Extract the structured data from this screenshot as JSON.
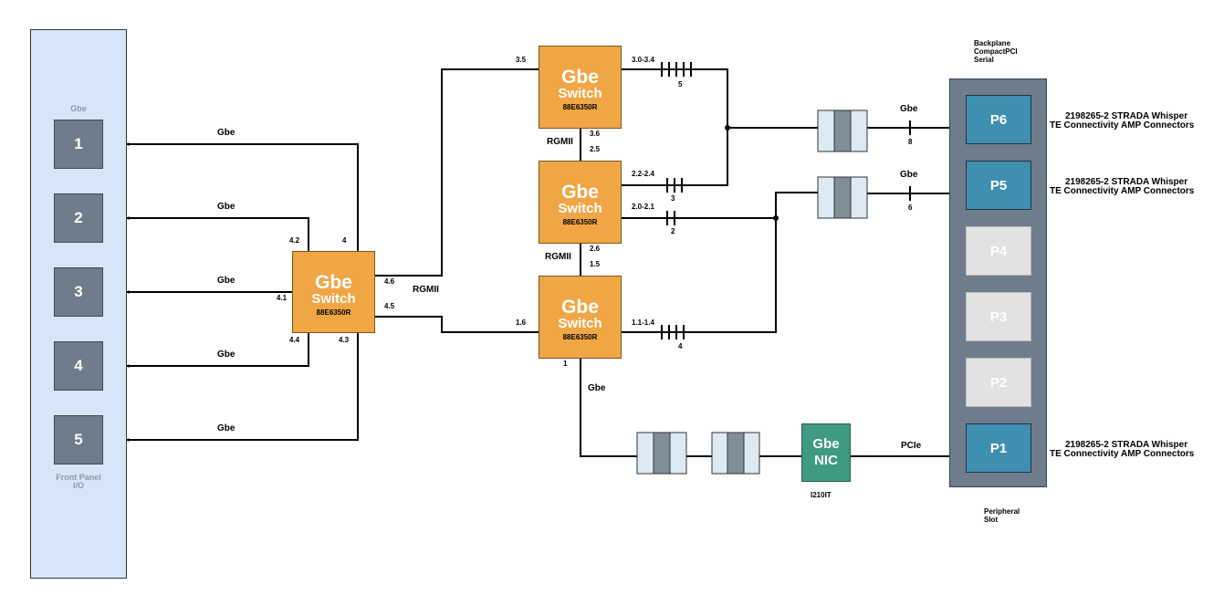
{
  "front_panel": {
    "title": "Gbe",
    "footer_line1": "Front Panel",
    "footer_line2": "I/O",
    "ports": [
      "1",
      "2",
      "3",
      "4",
      "5"
    ]
  },
  "links": {
    "port_links": [
      "Gbe",
      "Gbe",
      "Gbe",
      "Gbe",
      "Gbe"
    ],
    "rgmii_main": "RGMII",
    "rgmii_a": "RGMII",
    "rgmii_b": "RGMII",
    "nic_link": "Gbe",
    "pcie": "PCIe",
    "gbe_p6": "Gbe",
    "gbe_p5": "Gbe"
  },
  "switches": {
    "main": {
      "title": "Gbe",
      "sub": "Switch",
      "part": "88E6350R"
    },
    "top": {
      "title": "Gbe",
      "sub": "Switch",
      "part": "88E6350R"
    },
    "middle": {
      "title": "Gbe",
      "sub": "Switch",
      "part": "88E6350R"
    },
    "bottom": {
      "title": "Gbe",
      "sub": "Switch",
      "part": "88E6350R"
    }
  },
  "port_numbers": {
    "p4_2": "4.2",
    "p4": "4",
    "p4_1": "4.1",
    "p4_6": "4.6",
    "p4_5": "4.5",
    "p4_4": "4.4",
    "p4_3": "4.3",
    "p3_5": "3.5",
    "p3_0_3_4": "3.0-3.4",
    "p3_6": "3.6",
    "p2_5": "2.5",
    "p2_2_2_4": "2.2-2.4",
    "p2_0_2_1": "2.0-2.1",
    "p2_6": "2.6",
    "p1_5": "1.5",
    "p1_6": "1.6",
    "p1_1_1_4": "1.1-1.4",
    "p1": "1"
  },
  "bus_counts": {
    "b5": "5",
    "b3": "3",
    "b2": "2",
    "b4": "4",
    "b8": "8",
    "b6": "6"
  },
  "nic": {
    "line1": "Gbe",
    "line2": "NIC",
    "part": "I210IT"
  },
  "backplane": {
    "title_line1": "Backplane",
    "title_line2": "CompactPCI",
    "title_line3": "Serial",
    "footer_line1": "Peripheral",
    "footer_line2": "Slot",
    "slots": [
      "P6",
      "P5",
      "P4",
      "P3",
      "P2",
      "P1"
    ]
  },
  "connectors": {
    "p6_line1": "2198265-2  STRADA Whisper",
    "p6_line2": "TE Connectivity AMP Connectors",
    "p5_line1": "2198265-2  STRADA Whisper",
    "p5_line2": "TE Connectivity AMP Connectors",
    "p1_line1": "2198265-2  STRADA Whisper",
    "p1_line2": "TE Connectivity AMP Connectors"
  },
  "colors": {
    "front_panel_bg": "#d6e6f8",
    "port_fill": "#6e7c8c",
    "switch_fill": "#f0a645",
    "backplane_fill": "#6e7c8c",
    "slot_active": "#3e8fb0",
    "slot_inactive": "#e2e2e2",
    "nic_fill": "#3e9a82"
  }
}
